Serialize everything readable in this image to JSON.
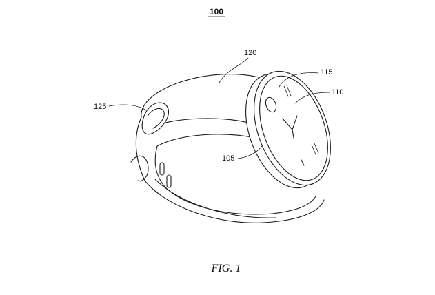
{
  "figure_number": "100",
  "caption": "FIG.  1",
  "labels": {
    "display": "105",
    "face": "110",
    "button": "115",
    "band": "120",
    "strap_button": "125"
  }
}
